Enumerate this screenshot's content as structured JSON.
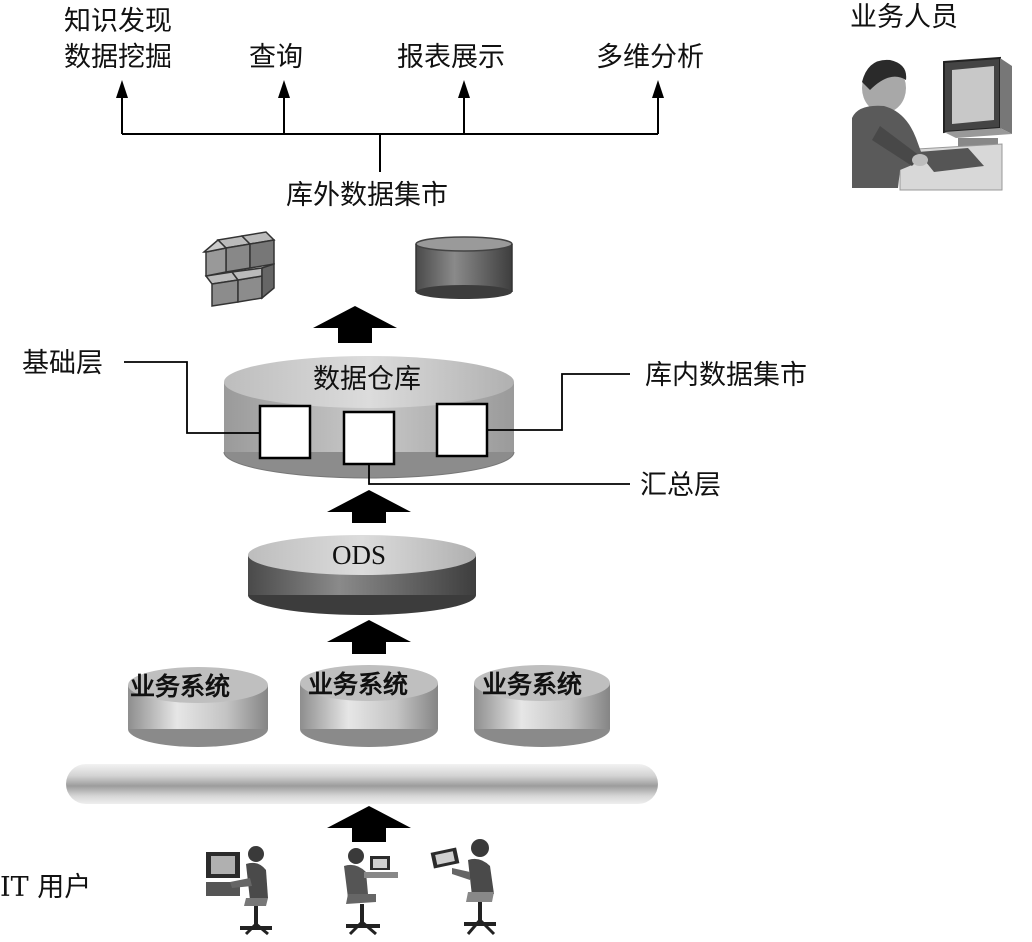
{
  "top_outputs": {
    "knowledge": [
      "知识发现",
      "数据挖掘"
    ],
    "query": "查询",
    "report": "报表展示",
    "olap": "多维分析"
  },
  "business_user": "业务人员",
  "external_mart": "库外数据集市",
  "warehouse": {
    "title": "数据仓库",
    "base_layer": "基础层",
    "internal_mart": "库内数据集市",
    "summary_layer": "汇总层"
  },
  "ods": "ODS",
  "business_systems": [
    "业务系统",
    "业务系统",
    "业务系统"
  ],
  "it_users": "IT 用户",
  "icons": {
    "olap_cube": "cube-icon",
    "database": "database-icon",
    "business_user": "person-at-computer-icon",
    "it_user": "person-at-computer-icon"
  },
  "colors": {
    "cylinder_light": "#c8c8c8",
    "cylinder_dark": "#7c7c7c",
    "arrow": "#000000"
  }
}
